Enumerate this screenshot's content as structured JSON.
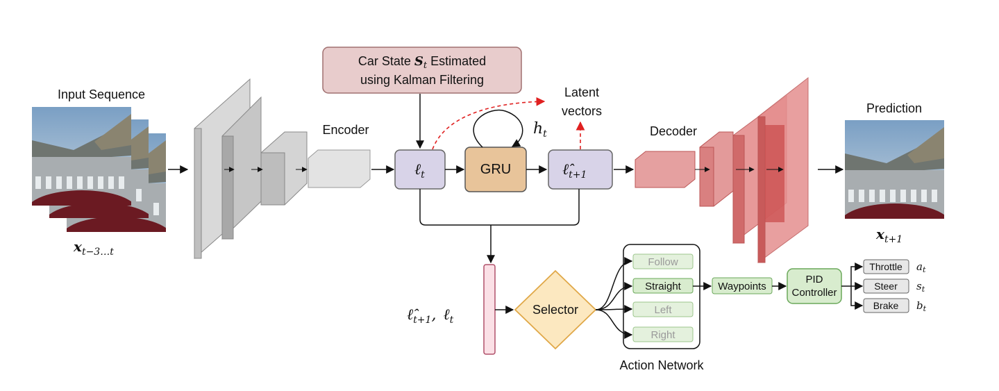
{
  "labels": {
    "input_sequence": "Input Sequence",
    "encoder": "Encoder",
    "decoder": "Decoder",
    "prediction": "Prediction",
    "latent_vectors_1": "Latent",
    "latent_vectors_2": "vectors",
    "car_state_line1_prefix": "Car State ",
    "car_state_symbol": "S",
    "car_state_subscript": "t",
    "car_state_line1_suffix": " Estimated",
    "car_state_line2": "using Kalman Filtering",
    "gru": "GRU",
    "selector": "Selector",
    "action_network": "Action Network",
    "waypoints": "Waypoints",
    "pid_1": "PID",
    "pid_2": "Controller"
  },
  "math": {
    "x_input": "x",
    "x_input_sub": "t−3…t",
    "x_pred": "x",
    "x_pred_sub": "t+1",
    "l_t": "ℓ",
    "l_t_sub": "t",
    "l_hat": "ℓ̂",
    "l_hat_sub": "t+1",
    "h_t": "h",
    "h_t_sub": "t",
    "concat_lhat": "ℓ̂",
    "concat_lhat_sub": "t+1",
    "concat_sep": ",",
    "concat_l": "ℓ",
    "concat_l_sub": "t"
  },
  "branches": [
    "Follow",
    "Straight",
    "Left",
    "Right"
  ],
  "outputs": [
    {
      "label": "Throttle",
      "symbol": "a",
      "sub": "t"
    },
    {
      "label": "Steer",
      "symbol": "s",
      "sub": "t"
    },
    {
      "label": "Brake",
      "symbol": "b",
      "sub": "t"
    }
  ],
  "colors": {
    "latent_box": "#d8d3e8",
    "gru_box": "#e8c49a",
    "state_box": "#e8cccc",
    "selector": "#fce8c0",
    "branch_box": "#dff0d8",
    "decoder": "#d96b6b",
    "encoder": "#cfcfcf",
    "dashed_arrow": "#e02020"
  },
  "icons": [
    "road-scene-thumbnail",
    "car-hood"
  ]
}
